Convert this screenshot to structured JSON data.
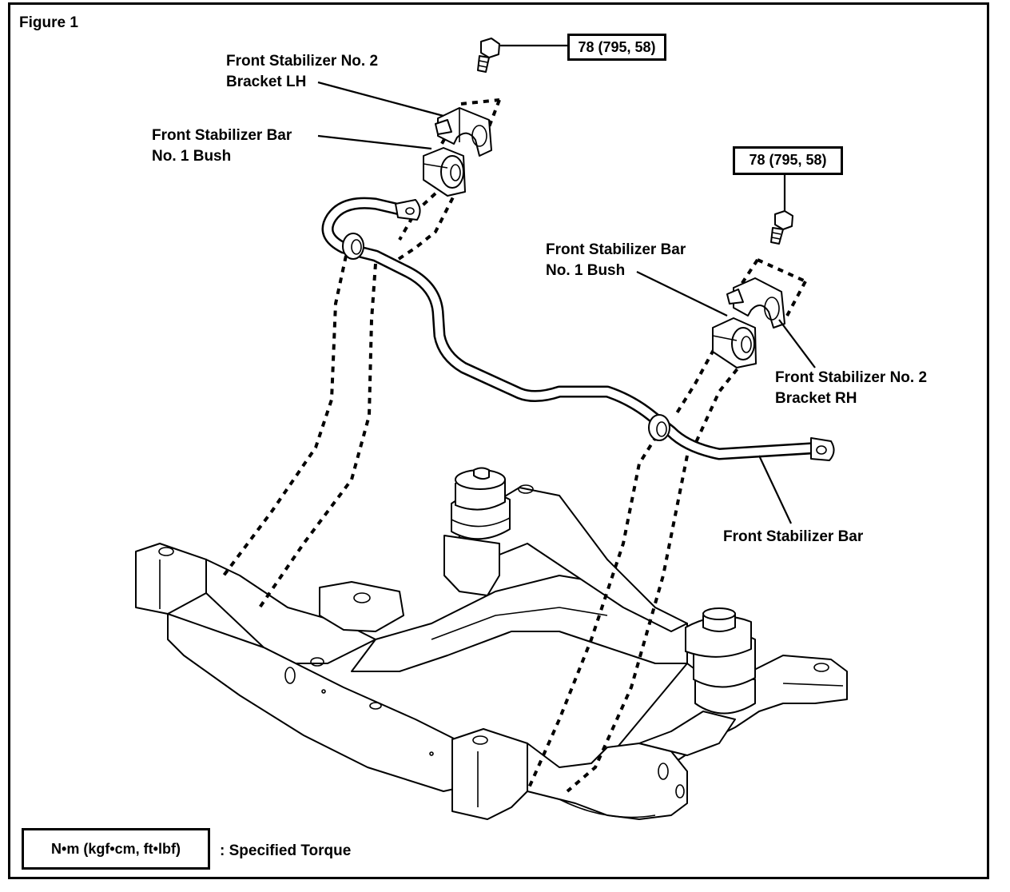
{
  "figure_title": "Figure 1",
  "torque_labels": {
    "left_bolt": "78 (795, 58)",
    "right_bolt": "78 (795, 58)"
  },
  "callouts": {
    "bracket_lh": [
      "Front Stabilizer No. 2",
      "Bracket LH"
    ],
    "bush_left": [
      "Front Stabilizer Bar",
      "No. 1 Bush"
    ],
    "bush_right": [
      "Front Stabilizer Bar",
      "No. 1 Bush"
    ],
    "bracket_rh": [
      "Front Stabilizer No. 2",
      "Bracket RH"
    ],
    "stabilizer_bar": "Front Stabilizer Bar"
  },
  "legend": {
    "unit_box": "N•m (kgf•cm, ft•lbf)",
    "description": ": Specified Torque"
  }
}
